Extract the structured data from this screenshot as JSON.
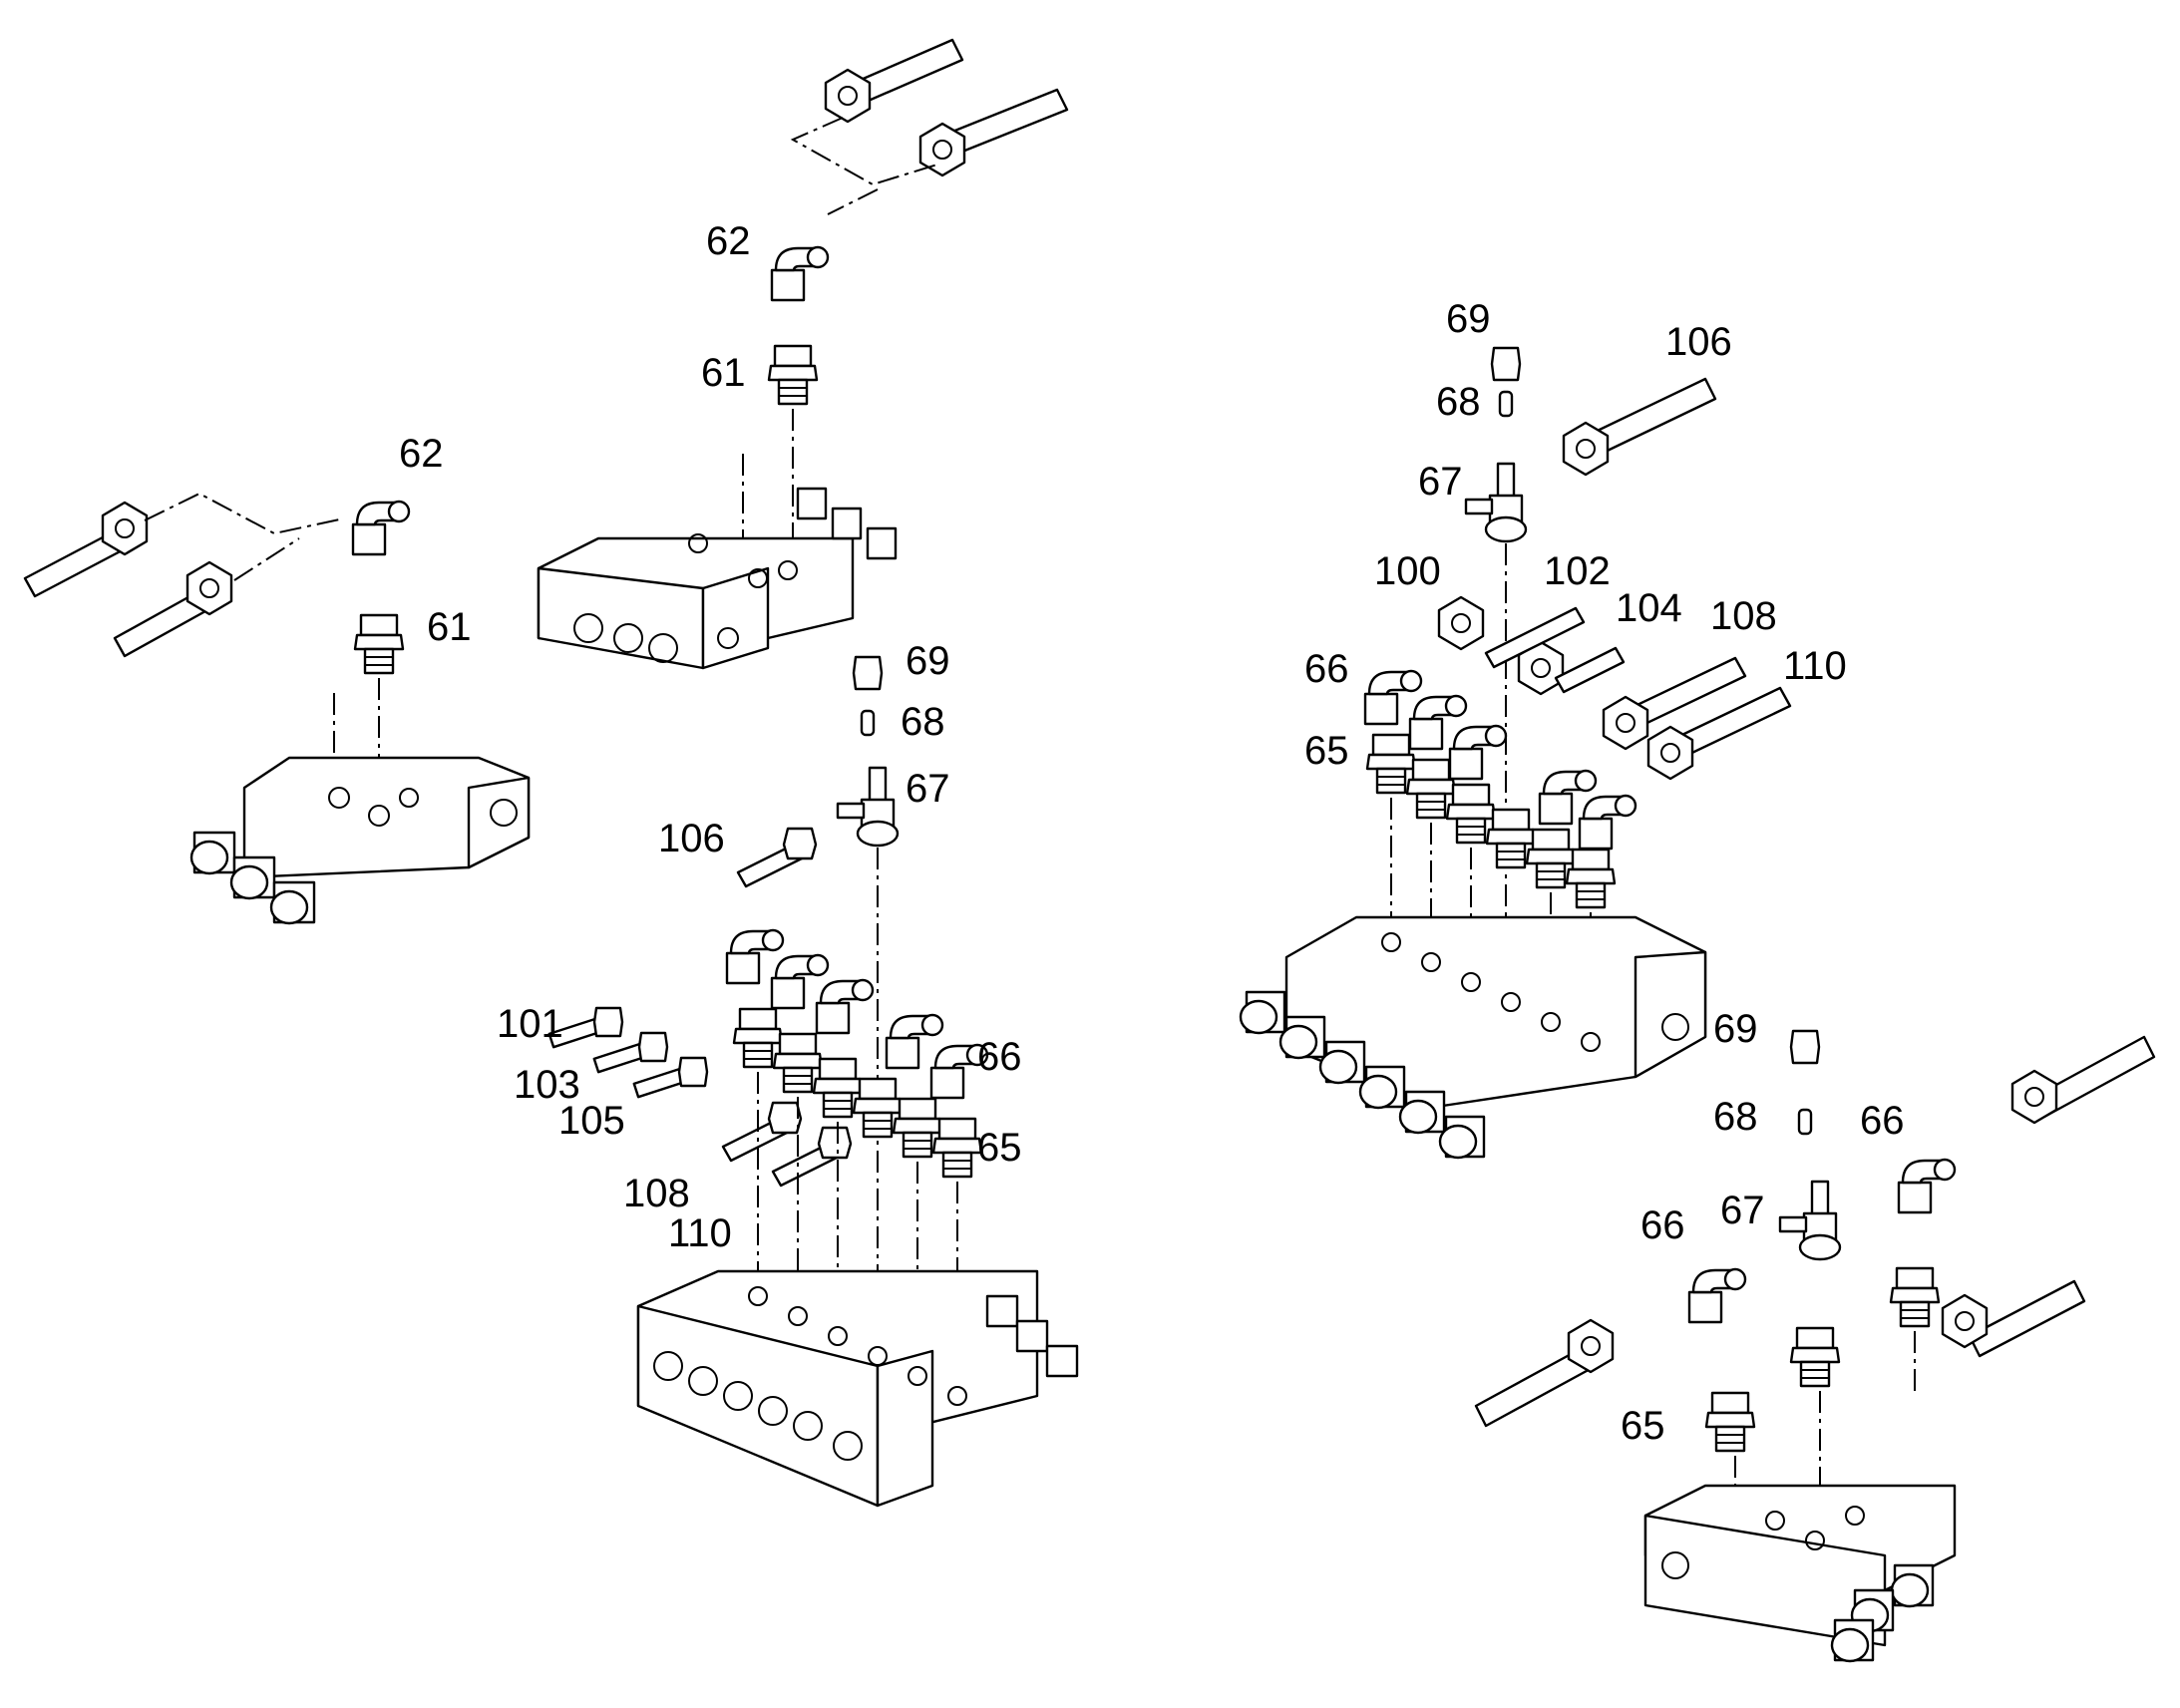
{
  "callouts": {
    "a": {
      "c62": "62",
      "c61": "61"
    },
    "b": {
      "c62": "62",
      "c61": "61"
    },
    "c": {
      "c69": "69",
      "c68": "68",
      "c67": "67",
      "c106": "106",
      "c101": "101",
      "c103": "103",
      "c105": "105",
      "c66": "66",
      "c65": "65",
      "c108": "108",
      "c110": "110"
    },
    "d": {
      "c69": "69",
      "c68": "68",
      "c67": "67",
      "c106": "106",
      "c100": "100",
      "c102": "102",
      "c104": "104",
      "c108": "108",
      "c110": "110",
      "c66": "66",
      "c65": "65"
    },
    "e": {
      "c69": "69",
      "c68": "68",
      "c66a": "66",
      "c67": "67",
      "c66b": "66",
      "c65": "65"
    }
  }
}
